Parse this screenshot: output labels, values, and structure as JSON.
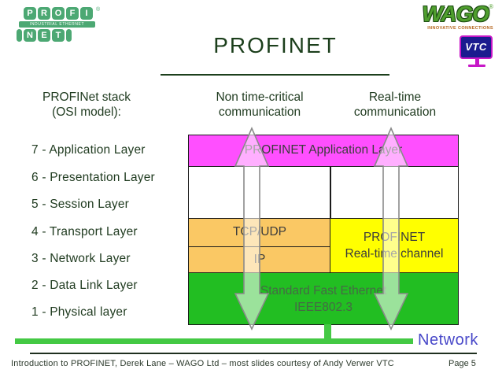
{
  "slide": {
    "title": "PROFINET",
    "footer": "Introduction to PROFINET, Derek Lane – WAGO Ltd – most slides courtesy of Andy Verwer VTC",
    "page_label": "Page 5"
  },
  "logos": {
    "profinet": {
      "row1": [
        "P",
        "R",
        "O",
        "F",
        "I"
      ],
      "row2": [
        "N",
        "E",
        "T"
      ],
      "bar_text": "INDUSTRIAL ETHERNET",
      "registered": "®"
    },
    "wago": {
      "name": "WAGO",
      "registered": "®",
      "tagline": "INNOVATIVE CONNECTIONS"
    },
    "vtc": {
      "label": "VTC"
    }
  },
  "left_panel": {
    "heading_line1": "PROFINet stack",
    "heading_line2": "(OSI model):",
    "layers": [
      "7 - Application Layer",
      "6 - Presentation Layer",
      "5 - Session Layer",
      "4 - Transport Layer",
      "3 - Network Layer",
      "2 - Data Link Layer",
      "1 - Physical layer"
    ]
  },
  "diagram": {
    "col_left_header_line1": "Non time-critical",
    "col_left_header_line2": "communication",
    "col_right_header_line1": "Real-time",
    "col_right_header_line2": "communication",
    "app_layer": "PROFINET Application Layer",
    "tcp_udp": "TCP/UDP",
    "ip": "IP",
    "realtime_line1": "PROFINET",
    "realtime_line2": "Real-time channel",
    "ethernet_line1": "Standard Fast Ethernet",
    "ethernet_line2": "IEEE802.3",
    "network_label": "Network"
  },
  "colors": {
    "app_magenta": "#FF4FFF",
    "tcp_orange": "#FAC864",
    "realtime_yellow": "#FFFF00",
    "ethernet_green": "#22BE22",
    "network_bar_green": "#44C944",
    "title_green": "#1c3f1c",
    "network_text_blue": "#4949c9",
    "profinet_logo_green": "#4CA873",
    "wago_green": "#4f9e2e",
    "vtc_blue": "#1b1b8f",
    "vtc_magenta": "#c717c7"
  }
}
